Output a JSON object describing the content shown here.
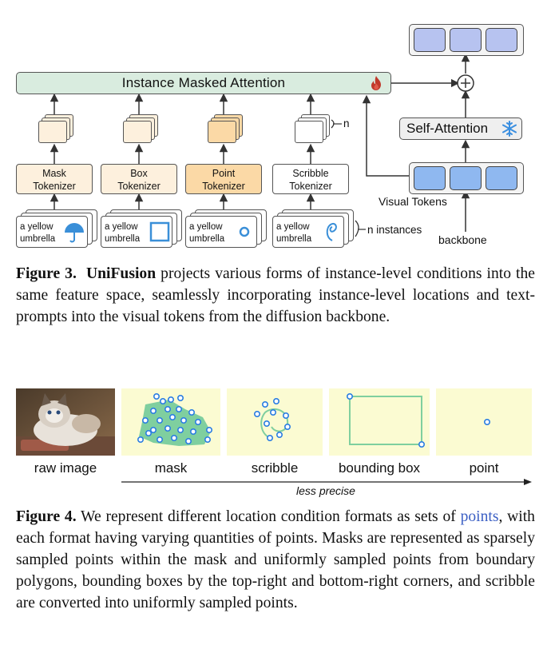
{
  "figure3": {
    "attention_label": "Instance Masked Attention",
    "tokenizers": [
      {
        "line1": "Mask",
        "line2": "Tokenizer",
        "prompt": [
          "a yellow",
          "umbrella"
        ],
        "icon": "umbrella-icon"
      },
      {
        "line1": "Box",
        "line2": "Tokenizer",
        "prompt": [
          "a yellow",
          "umbrella"
        ],
        "icon": "box-icon"
      },
      {
        "line1": "Point",
        "line2": "Tokenizer",
        "prompt": [
          "a yellow",
          "umbrella"
        ],
        "icon": "point-icon"
      },
      {
        "line1": "Scribble",
        "line2": "Tokenizer",
        "prompt": [
          "a yellow",
          "umbrella"
        ],
        "icon": "scribble-icon"
      }
    ],
    "n_label": "n",
    "n_instances_label": "n instances",
    "self_attention_label": "Self-Attention",
    "visual_tokens_label": "Visual Tokens",
    "backbone_label": "backbone",
    "colors": {
      "attention_bg": "#d9ecdf",
      "point_token": "#fbd9a6",
      "token_light": "#fdf0dd",
      "visual_token": "#8fb8f0",
      "output_token": "#b7c3f0",
      "flame": "#c0392b",
      "snowflake": "#3b8fe0"
    }
  },
  "caption3": {
    "label": "Figure 3.",
    "name": "UniFusion",
    "text": "projects various forms of instance-level conditions into the same feature space, seamlessly incorporating instance-level locations and text-prompts into the visual tokens from the diffusion backbone."
  },
  "figure4": {
    "panels": [
      "raw image",
      "mask",
      "scribble",
      "bounding box",
      "point"
    ],
    "axis_label": "less precise",
    "colors": {
      "panel_bg": "#fbfbd2",
      "mask_fill": "#7fcf9f",
      "point_stroke": "#2a7de1"
    }
  },
  "caption4": {
    "label": "Figure 4.",
    "text_before": "We represent different location condition formats as sets of",
    "link": "points",
    "text_after": ", with each format having varying quantities of points. Masks are represented as sparsely sampled points within the mask and uniformly sampled points from boundary polygons, bounding boxes by the top-right and bottom-right corners, and scribble are converted into uniformly sampled points."
  }
}
